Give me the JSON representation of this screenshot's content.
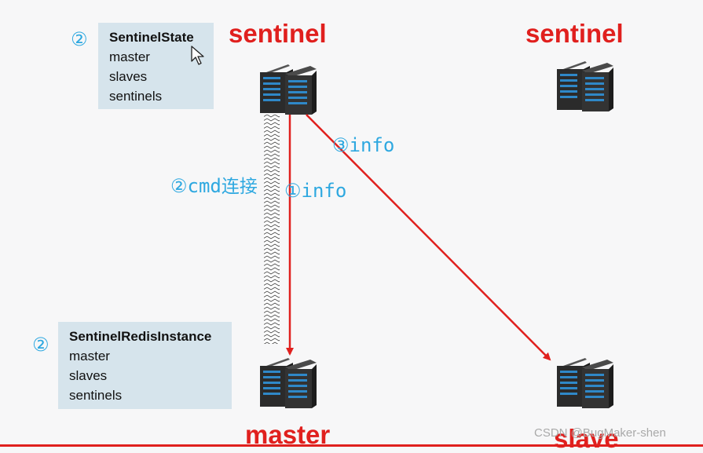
{
  "nodes": {
    "sentinel_left": {
      "label": "sentinel"
    },
    "sentinel_right": {
      "label": "sentinel"
    },
    "master": {
      "label": "master"
    },
    "slave": {
      "label": "slave"
    }
  },
  "sentinel_state_box": {
    "marker": "②",
    "title": "SentinelState",
    "fields": [
      "master",
      "slaves",
      "sentinels"
    ]
  },
  "redis_instance_box": {
    "marker": "②",
    "title": "SentinelRedisInstance",
    "fields": [
      "master",
      "slaves",
      "sentinels"
    ]
  },
  "edges": {
    "cmd": {
      "marker": "②",
      "text": "cmd",
      "cjk": "连接"
    },
    "info_master": {
      "marker": "①",
      "text": "info"
    },
    "info_slave": {
      "marker": "③",
      "text": "info"
    }
  },
  "watermark": "CSDN @BugMaker-shen",
  "colors": {
    "label_red": "#e0201e",
    "arrow_red": "#e0201e",
    "annotation_blue": "#2ea8e0",
    "box_fill": "#d6e4ec",
    "server_body": "#2b2b2b",
    "server_led": "#2f88c8"
  }
}
